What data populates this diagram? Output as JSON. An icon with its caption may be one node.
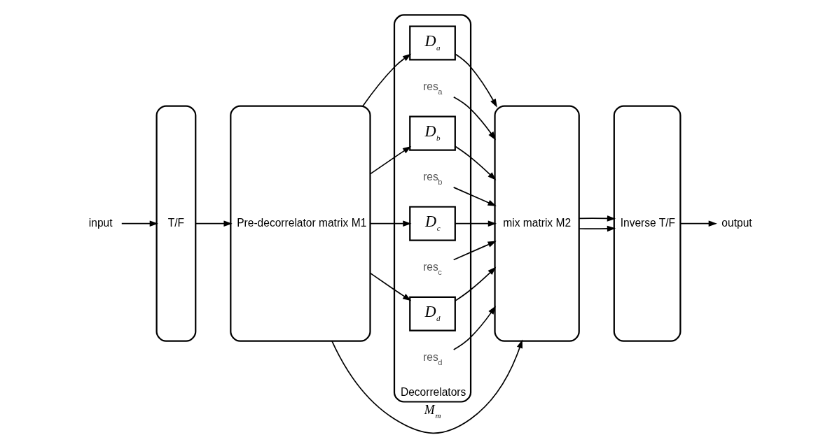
{
  "diagram": {
    "nodes": [
      {
        "text": [
          "input"
        ]
      },
      {
        "text": [
          "T/F"
        ]
      },
      {
        "text": [
          "Pre-decorrelator matrix M1"
        ]
      },
      {
        "text": [
          "Decorrelators"
        ]
      },
      {
        "text": [
          "D$_{a}$"
        ],
        "in": 3
      },
      {
        "text": [
          "res$_{a}$"
        ],
        "in": 3
      },
      {
        "text": [
          "D$_{b}$"
        ],
        "in": 3
      },
      {
        "text": [
          "res$_{b}$"
        ],
        "in": 3
      },
      {
        "text": [
          "D$_{c}$"
        ],
        "in": 3
      },
      {
        "text": [
          "res$_{c}$"
        ],
        "in": 3
      },
      {
        "text": [
          "D$_{d}$"
        ],
        "in": 3
      },
      {
        "text": [
          "res$_{d}$"
        ],
        "in": 3
      },
      {
        "text": [
          "mix matrix M2"
        ]
      },
      {
        "text": [
          "Inverse T/F"
        ]
      },
      {
        "text": [
          "output"
        ]
      }
    ],
    "edges": [
      {
        "from": 0,
        "to": 1,
        "arrow": "to"
      },
      {
        "from": 1,
        "to": 2,
        "arrow": "to"
      },
      {
        "from": 2,
        "to": 12,
        "arrow": "to",
        "label": "M$_{m}$"
      },
      {
        "from": 2,
        "to": 4,
        "arrow": "to"
      },
      {
        "from": 2,
        "to": 6,
        "arrow": "to"
      },
      {
        "from": 2,
        "to": 8,
        "arrow": "to"
      },
      {
        "from": 2,
        "to": 10,
        "arrow": "to"
      },
      {
        "from": 4,
        "to": 12,
        "arrow": "to"
      },
      {
        "from": 5,
        "to": 12,
        "arrow": "to"
      },
      {
        "from": 6,
        "to": 12,
        "arrow": "to"
      },
      {
        "from": 7,
        "to": 12,
        "arrow": "to"
      },
      {
        "from": 8,
        "to": 12,
        "arrow": "to"
      },
      {
        "from": 9,
        "to": 12,
        "arrow": "to"
      },
      {
        "from": 10,
        "to": 12,
        "arrow": "to"
      },
      {
        "from": 11,
        "to": 12,
        "arrow": "to"
      },
      {
        "from": 12,
        "to": 13,
        "arrow": "to"
      },
      {
        "from": 12,
        "to": 13,
        "arrow": "to"
      },
      {
        "from": 13,
        "to": 14,
        "arrow": "to"
      }
    ]
  }
}
